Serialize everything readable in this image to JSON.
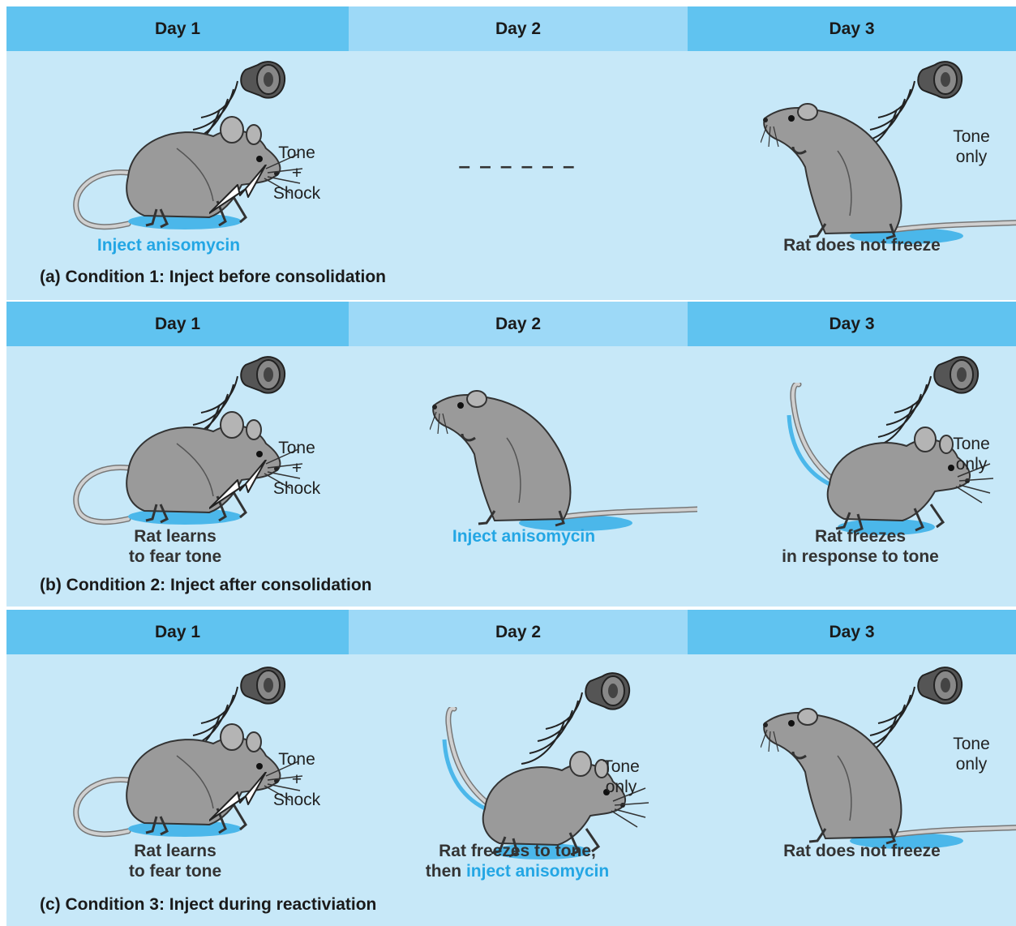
{
  "panels": [
    {
      "headers": [
        "Day 1",
        "Day 2",
        "Day 3"
      ],
      "caption": "(a) Condition 1:  Inject before consolidation",
      "day1": {
        "stimulus": [
          "Tone",
          "+",
          "Shock"
        ],
        "note": "Inject anisomycin"
      },
      "day2": {
        "dashes": "– – – – – –"
      },
      "day3": {
        "stimulus": [
          "Tone",
          "only"
        ],
        "note": "Rat does not freeze"
      }
    },
    {
      "headers": [
        "Day 1",
        "Day 2",
        "Day 3"
      ],
      "caption": "(b) Condition 2:  Inject after consolidation",
      "day1": {
        "stimulus": [
          "Tone",
          "+",
          "Shock"
        ],
        "note": [
          "Rat learns",
          "to fear tone"
        ]
      },
      "day2": {
        "note": "Inject anisomycin"
      },
      "day3": {
        "stimulus": [
          "Tone",
          "only"
        ],
        "note": [
          "Rat freezes",
          "in response to tone"
        ]
      }
    },
    {
      "headers": [
        "Day 1",
        "Day 2",
        "Day 3"
      ],
      "caption": "(c) Condition 3:  Inject during reactiviation",
      "day1": {
        "stimulus": [
          "Tone",
          "+",
          "Shock"
        ],
        "note": [
          "Rat learns",
          "to fear tone"
        ]
      },
      "day2": {
        "stimulus": [
          "Tone",
          "only"
        ],
        "note_line1": "Rat freezes to tone,",
        "note_line2_prefix": "then ",
        "note_line2_blue": "inject anisomycin"
      },
      "day3": {
        "stimulus": [
          "Tone",
          "only"
        ],
        "note": "Rat does not freeze"
      }
    }
  ],
  "colors": {
    "header_dark": "#60c3f0",
    "header_light": "#9dd9f7",
    "panel_bg": "#c7e8f8",
    "highlight": "#23a6e4",
    "rat": "#9a9a9a"
  },
  "icons": [
    "speaker-icon",
    "sound-waves-icon",
    "lightning-bolt-icon",
    "rat-icon"
  ]
}
